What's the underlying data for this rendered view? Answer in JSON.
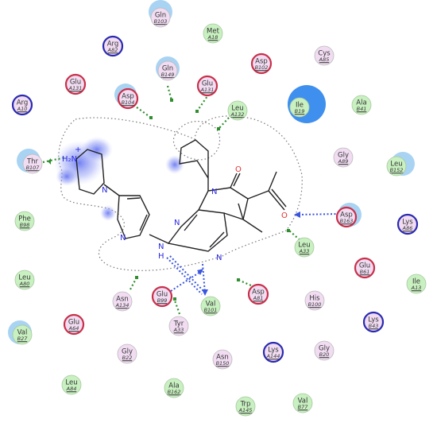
{
  "colors": {
    "hydrophobic_fill": "#c8f0c0",
    "polar_fill": "#f1dcf2",
    "acidic_ring": "#c8304a",
    "basic_ring": "#2a2ab0",
    "hbond_sidechain": "#2f8f2f",
    "hbond_backbone": "#3a55e0",
    "exposure_halo": "#a9d3f2",
    "bond": "#222222",
    "nitrogen": "#2a2ae0",
    "oxygen": "#e03030"
  },
  "residues": [
    {
      "name": "Gln",
      "id": "B103",
      "kind": "polar"
    },
    {
      "name": "Met",
      "id": "A18",
      "kind": "hydrophobic"
    },
    {
      "name": "Arg",
      "id": "A82",
      "kind": "basic"
    },
    {
      "name": "Asp",
      "id": "B102",
      "kind": "acidic"
    },
    {
      "name": "Cys",
      "id": "A85",
      "kind": "polar"
    },
    {
      "name": "Gln",
      "id": "B149",
      "kind": "polar"
    },
    {
      "name": "Glu",
      "id": "A131",
      "kind": "acidic"
    },
    {
      "name": "Glu",
      "id": "A131",
      "kind": "acidic"
    },
    {
      "name": "Asp",
      "id": "B104",
      "kind": "acidic"
    },
    {
      "name": "Arg",
      "id": "A10",
      "kind": "basic"
    },
    {
      "name": "Ile",
      "id": "B19",
      "kind": "hydrophobic"
    },
    {
      "name": "Ala",
      "id": "B41",
      "kind": "hydrophobic"
    },
    {
      "name": "Leu",
      "id": "A132",
      "kind": "hydrophobic"
    },
    {
      "name": "Thr",
      "id": "B107",
      "kind": "polar"
    },
    {
      "name": "Gly",
      "id": "A89",
      "kind": "polar"
    },
    {
      "name": "Leu",
      "id": "B152",
      "kind": "hydrophobic"
    },
    {
      "name": "Phe",
      "id": "B98",
      "kind": "hydrophobic"
    },
    {
      "name": "Asp",
      "id": "B163",
      "kind": "acidic"
    },
    {
      "name": "Lys",
      "id": "A86",
      "kind": "basic"
    },
    {
      "name": "Leu",
      "id": "A33",
      "kind": "hydrophobic"
    },
    {
      "name": "Leu",
      "id": "A80",
      "kind": "hydrophobic"
    },
    {
      "name": "Glu",
      "id": "B61",
      "kind": "acidic"
    },
    {
      "name": "Ile",
      "id": "A13",
      "kind": "hydrophobic"
    },
    {
      "name": "Asn",
      "id": "A134",
      "kind": "polar"
    },
    {
      "name": "Glu",
      "id": "B99",
      "kind": "acidic"
    },
    {
      "name": "Val",
      "id": "B101",
      "kind": "hydrophobic"
    },
    {
      "name": "Asp",
      "id": "A81",
      "kind": "acidic"
    },
    {
      "name": "His",
      "id": "B100",
      "kind": "polar"
    },
    {
      "name": "Glu",
      "id": "A64",
      "kind": "acidic"
    },
    {
      "name": "Tyr",
      "id": "A33",
      "kind": "polar"
    },
    {
      "name": "Lys",
      "id": "B43",
      "kind": "basic"
    },
    {
      "name": "Val",
      "id": "B27",
      "kind": "hydrophobic"
    },
    {
      "name": "Gly",
      "id": "B22",
      "kind": "polar"
    },
    {
      "name": "Asn",
      "id": "B150",
      "kind": "polar"
    },
    {
      "name": "Lys",
      "id": "A144",
      "kind": "basic"
    },
    {
      "name": "Gly",
      "id": "B20",
      "kind": "polar"
    },
    {
      "name": "Leu",
      "id": "A84",
      "kind": "hydrophobic"
    },
    {
      "name": "Ala",
      "id": "B162",
      "kind": "hydrophobic"
    },
    {
      "name": "Trp",
      "id": "A145",
      "kind": "hydrophobic"
    },
    {
      "name": "Val",
      "id": "B77",
      "kind": "hydrophobic"
    }
  ],
  "ligand_atoms": {
    "h2n_plus": "H₂N",
    "plus": "+",
    "n_pip": "N",
    "n_pyr": "N",
    "n_link": "N",
    "h_link": "H",
    "n_pyrim1": "N",
    "n_pyrim2": "N",
    "n_pyrid": "N",
    "o_ring": "O",
    "o_acetyl": "O"
  }
}
